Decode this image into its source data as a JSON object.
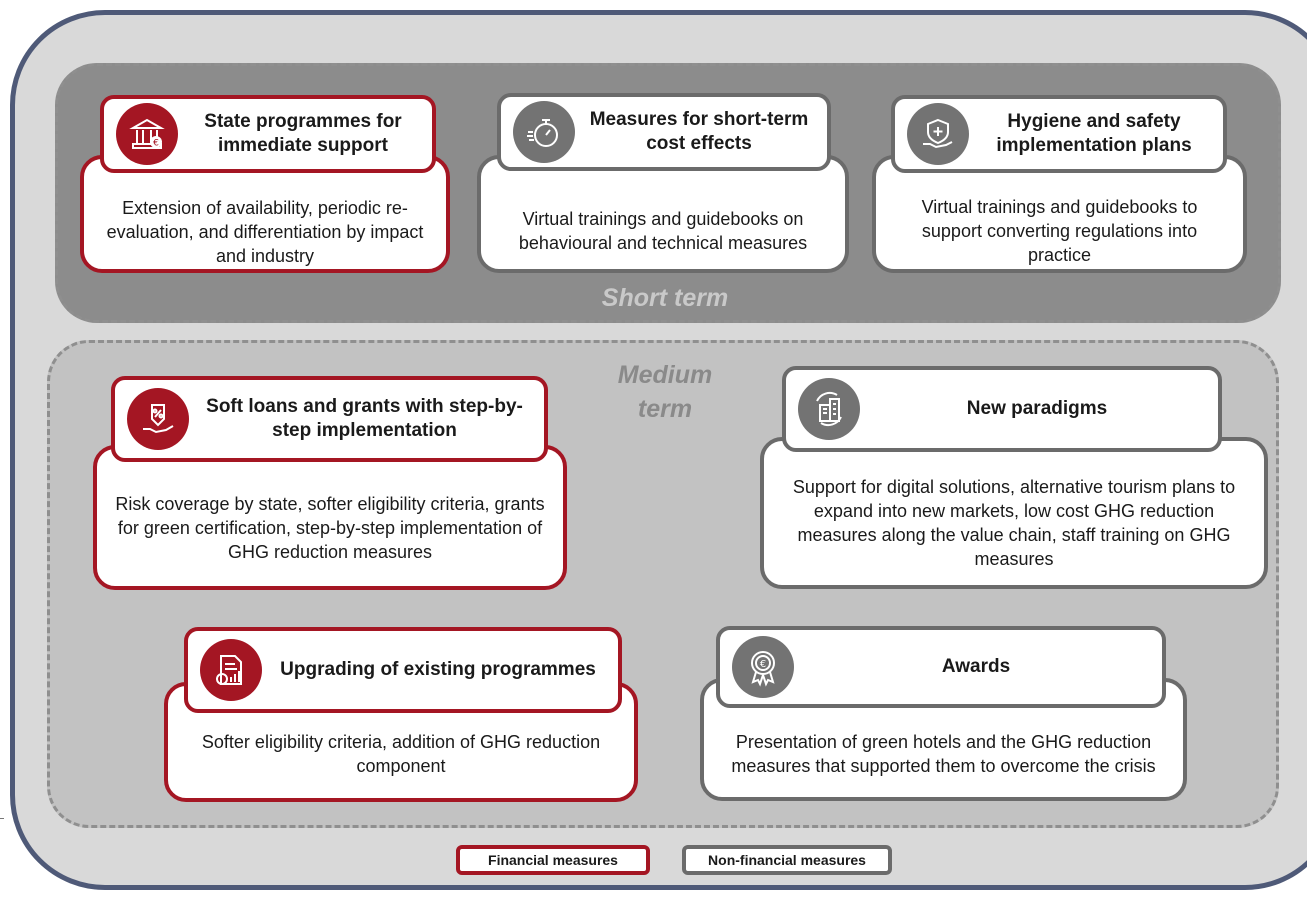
{
  "zones": {
    "short_label": "Short term",
    "medium_label_line1": "Medium",
    "medium_label_line2": "term"
  },
  "cards": {
    "state": {
      "title": "State programmes for immediate support",
      "body": "Extension of availability, periodic re-evaluation, and differentiation by impact and industry",
      "type": "financial",
      "icon": "bank-icon"
    },
    "shortcost": {
      "title": "Measures for short-term cost effects",
      "body": "Virtual trainings and guidebooks on behavioural and technical measures",
      "type": "non-financial",
      "icon": "stopwatch-icon"
    },
    "hygiene": {
      "title": "Hygiene and safety implementation plans",
      "body": "Virtual trainings and guidebooks to support converting regulations into practice",
      "type": "non-financial",
      "icon": "shield-hand-icon"
    },
    "softloans": {
      "title": "Soft loans and grants with step-by-step implementation",
      "body": "Risk coverage by state, softer eligibility criteria, grants for green certification, step-by-step implementation of GHG reduction measures",
      "type": "financial",
      "icon": "percent-hand-icon"
    },
    "paradigms": {
      "title": "New paradigms",
      "body": "Support for digital solutions, alternative tourism plans to expand into new markets, low cost GHG reduction measures along the value chain, staff training on GHG measures",
      "type": "non-financial",
      "icon": "buildings-icon"
    },
    "upgrading": {
      "title": "Upgrading of existing programmes",
      "body": "Softer eligibility criteria, addition of GHG reduction component",
      "type": "financial",
      "icon": "report-chart-icon"
    },
    "awards": {
      "title": "Awards",
      "body": "Presentation of green hotels and the GHG reduction measures that supported them to overcome the crisis",
      "type": "non-financial",
      "icon": "euro-award-icon"
    }
  },
  "legend": {
    "financial": "Financial measures",
    "non_financial": "Non-financial measures"
  },
  "colors": {
    "financial": "#a41623",
    "non_financial": "#6b6b6b",
    "frame": "#4f5a78"
  }
}
